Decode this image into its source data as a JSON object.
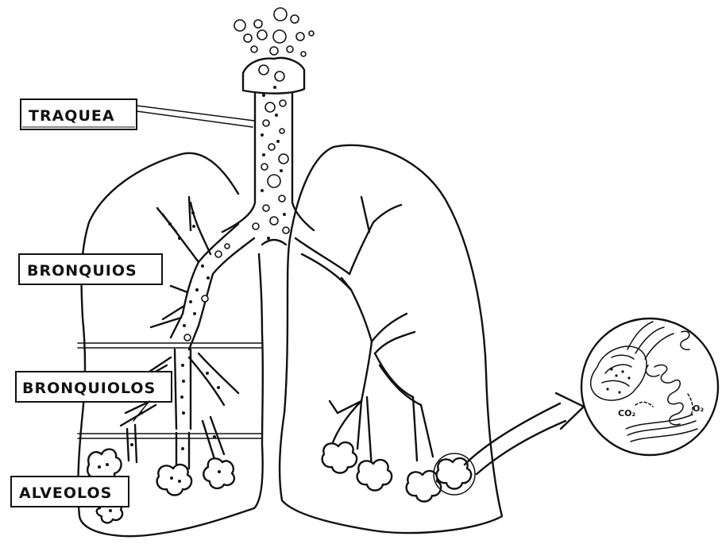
{
  "labels": {
    "trachea": "TRAQUEA",
    "bronchi": "BRONQUIOS",
    "bronchioles": "BRONQUIOLOS",
    "alveoli": "ALVEOLOS"
  },
  "inset": {
    "co2": "CO₂",
    "o2": "O₂"
  },
  "colors": {
    "ink": "#111111",
    "paper": "#ffffff"
  }
}
